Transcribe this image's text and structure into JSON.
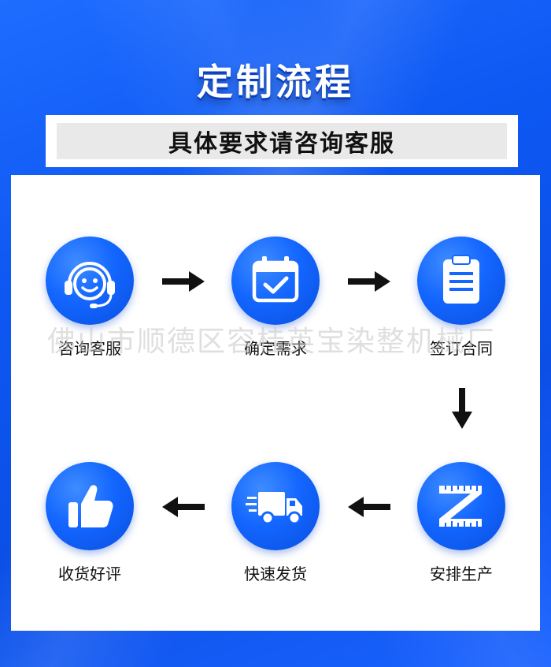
{
  "header": {
    "title": "定制流程",
    "subtitle": "具体要求请咨询客服"
  },
  "watermark": "佛山市顺德区容桂英宝染整机械厂",
  "steps": [
    {
      "label": "咨询客服",
      "icon": "headset-smiley-icon"
    },
    {
      "label": "确定需求",
      "icon": "calendar-check-icon"
    },
    {
      "label": "签订合同",
      "icon": "clipboard-icon"
    },
    {
      "label": "安排生产",
      "icon": "ruler-z-icon"
    },
    {
      "label": "快速发货",
      "icon": "delivery-truck-icon"
    },
    {
      "label": "收货好评",
      "icon": "thumbs-up-icon"
    }
  ],
  "colors": {
    "background": "#0d57f2",
    "circle": "#1366ff",
    "arrow": "#111111",
    "panel": "#ffffff"
  }
}
